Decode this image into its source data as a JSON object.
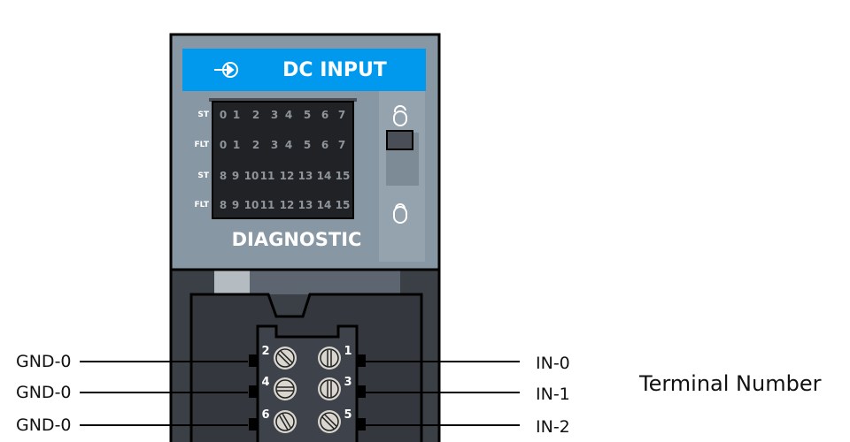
{
  "module": {
    "header_title": "DC INPUT",
    "header_icon": "input-arrow-circle-icon",
    "footer_title": "DIAGNOSTIC",
    "led_rows": [
      {
        "label": "ST",
        "cells": [
          "0",
          "1",
          "2",
          "3",
          "4",
          "5",
          "6",
          "7"
        ]
      },
      {
        "label": "FLT",
        "cells": [
          "0",
          "1",
          "2",
          "3",
          "4",
          "5",
          "6",
          "7"
        ]
      },
      {
        "label": "ST",
        "cells": [
          "8",
          "9",
          "10",
          "11",
          "12",
          "13",
          "14",
          "15"
        ]
      },
      {
        "label": "FLT",
        "cells": [
          "8",
          "9",
          "10",
          "11",
          "12",
          "13",
          "14",
          "15"
        ]
      }
    ],
    "colors": {
      "header": "#0099ee",
      "body": "#8797a4",
      "lower": "#3b3f46",
      "led_panel": "#202226"
    }
  },
  "terminals": {
    "left_numbers": [
      "2",
      "4",
      "6"
    ],
    "right_numbers": [
      "1",
      "3",
      "5"
    ]
  },
  "wires": {
    "left_labels": [
      "GND-0",
      "GND-0",
      "GND-0"
    ],
    "right_labels": [
      "IN-0",
      "IN-1",
      "IN-2"
    ]
  },
  "legend": {
    "terminal_number": "Terminal Number"
  }
}
